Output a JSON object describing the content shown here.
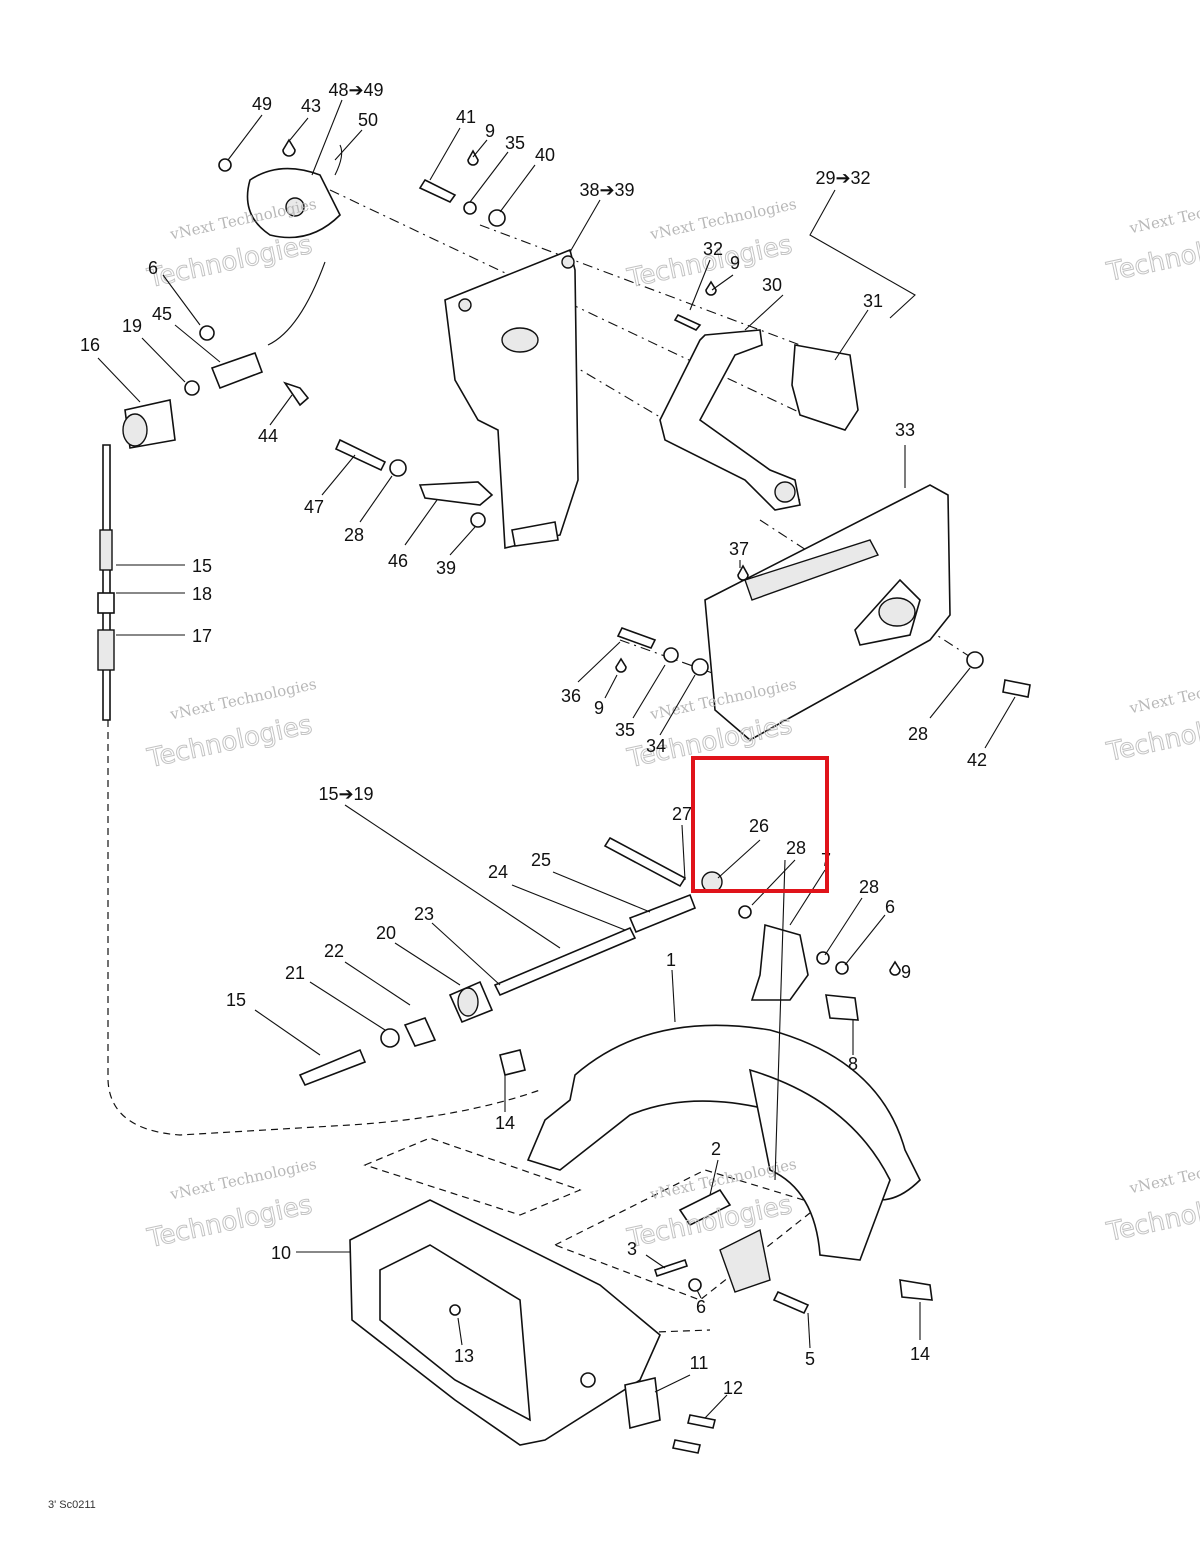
{
  "diagram": {
    "callouts": [
      "49",
      "43",
      "48➔49",
      "50",
      "41",
      "9",
      "35",
      "40",
      "38➔39",
      "29➔32",
      "32",
      "9",
      "30",
      "31",
      "6",
      "45",
      "19",
      "16",
      "44",
      "47",
      "28",
      "46",
      "39",
      "33",
      "37",
      "15",
      "18",
      "17",
      "36",
      "9",
      "35",
      "34",
      "28",
      "42",
      "15➔19",
      "27",
      "26",
      "28",
      "7",
      "28",
      "6",
      "9",
      "24",
      "25",
      "23",
      "20",
      "22",
      "21",
      "15",
      "1",
      "8",
      "14",
      "2",
      "3",
      "6",
      "5",
      "14",
      "10",
      "13",
      "11",
      "12"
    ],
    "watermark": {
      "line1": "vNext Technologies",
      "line2": "Technologies"
    },
    "footer_code": "3' Sc0211",
    "highlight_color": "#e0131a"
  }
}
